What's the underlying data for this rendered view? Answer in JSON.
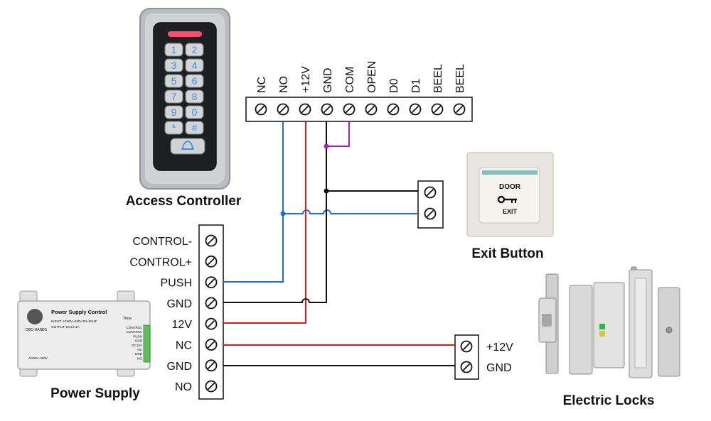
{
  "title": "",
  "controller": {
    "caption": "Access Controller",
    "keypad_keys": [
      "1",
      "2",
      "3",
      "4",
      "5",
      "6",
      "7",
      "8",
      "9",
      "0",
      "*",
      "#"
    ],
    "terminals": [
      "NC",
      "NO",
      "+12V",
      "GND",
      "COM",
      "OPEN",
      "D0",
      "D1",
      "BEEL",
      "BEEL"
    ]
  },
  "exit_button": {
    "caption": "Exit Button",
    "plate_top_text": "DOOR",
    "plate_bottom_text": "EXIT"
  },
  "power_supply": {
    "caption": "Power Supply",
    "device_title": "Power Supply Control",
    "device_time_text": "Time",
    "device_brand": "OBO HANDS",
    "device_input_text": "INPUT: AC90V~260V 50~60HZ",
    "device_output_text": "OUTPUT: DC12  3A",
    "device_side_labels": [
      "CONTROL",
      "CONTROL",
      "PUSH",
      "GND",
      "DC12V",
      "NC",
      "GND",
      "NO"
    ],
    "device_bottom_text": "AC90V~260V",
    "terminals": [
      "CONTROL-",
      "CONTROL+",
      "PUSH",
      "GND",
      "12V",
      "NC",
      "GND",
      "NO"
    ]
  },
  "lock": {
    "caption": "Electric Locks",
    "terminals": [
      "+12V",
      "GND"
    ]
  },
  "colors": {
    "blue_wire": "#1a6fe0",
    "red_wire": "#e01818",
    "black_wire": "#111111",
    "purple_wire": "#a020c0"
  }
}
